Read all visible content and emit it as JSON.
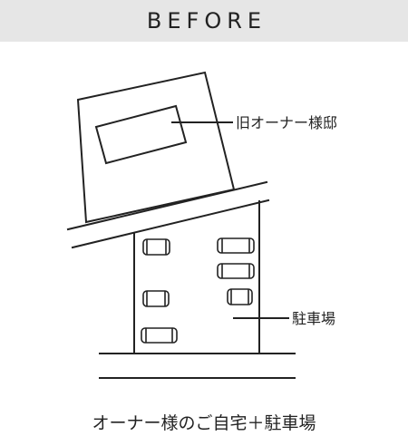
{
  "header": {
    "title": "BEFORE"
  },
  "diagram": {
    "labels": {
      "old_house": "旧オーナー様邸",
      "parking": "駐車場"
    }
  },
  "caption": "オーナー様のご自宅＋駐車場"
}
